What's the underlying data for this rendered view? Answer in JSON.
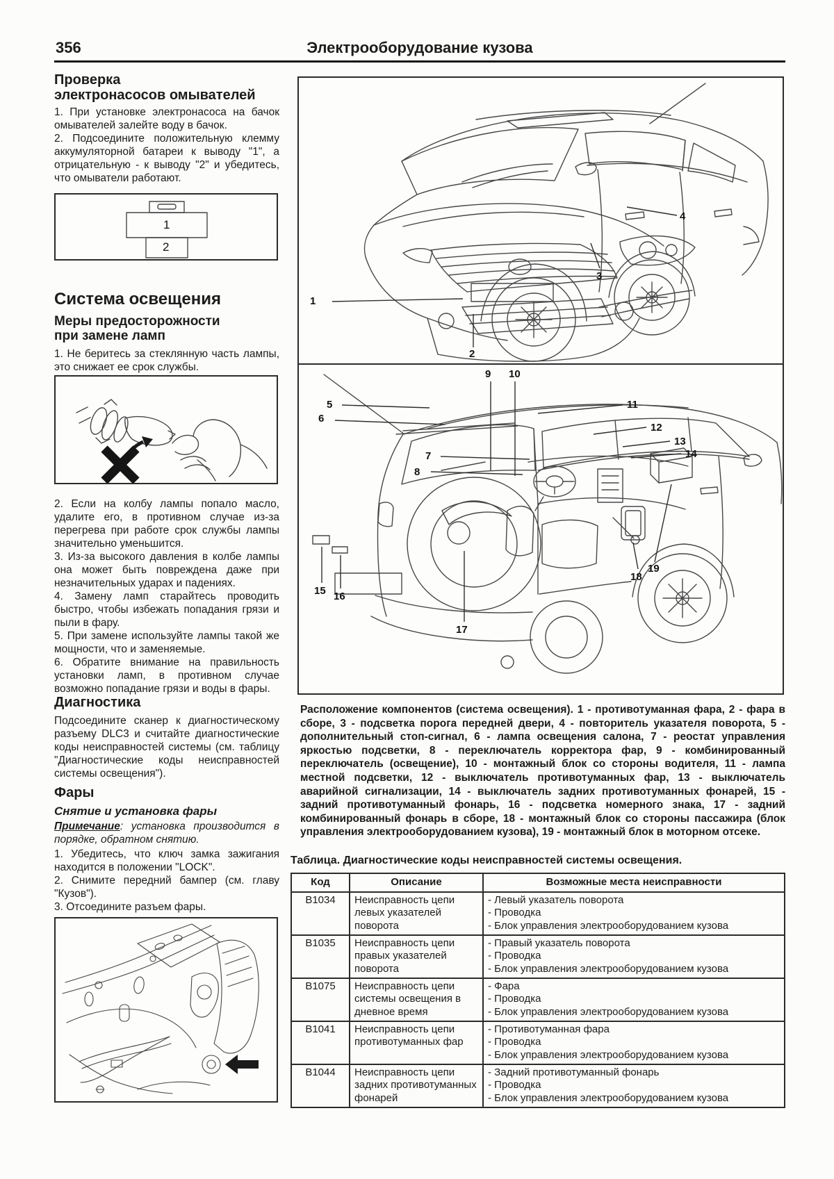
{
  "header": {
    "page_number": "356",
    "title": "Электрооборудование кузова"
  },
  "washer_section": {
    "title": "Проверка\nэлектронасосов омывателей",
    "step1": "1. При установке электронасоса на бачок омывателей залейте воду в бачок.",
    "step2": "2. Подсоедините положительную клемму аккумуляторной батареи к выводу \"1\", а отрицательную - к выводу \"2\" и убедитесь, что омыватели работают.",
    "connector": {
      "pin1": "1",
      "pin2": "2"
    }
  },
  "lighting_section": {
    "title": "Система освещения",
    "precautions_title": "Меры предосторожности\nпри замене ламп",
    "step1": "1. Не беритесь за стеклянную часть лампы, это снижает ее срок службы.",
    "step2": "2. Если на колбу лампы попало масло, удалите его, в противном случае из-за перегрева при работе срок службы лампы значительно уменьшится.",
    "step3": "3. Из-за высокого давления в колбе лампы она может быть повреждена даже при незначительных ударах и падениях.",
    "step4": "4. Замену ламп старайтесь проводить быстро, чтобы избежать попадания грязи и пыли в фару.",
    "step5": "5. При замене используйте лампы такой же мощности, что и заменяемые.",
    "step6": "6. Обратите внимание на правильность установки ламп, в противном случае возможно попадание грязи и воды в фары."
  },
  "diagnostics_section": {
    "title": "Диагностика",
    "body": "Подсоедините сканер к диагностическому разъему DLC3 и считайте диагностические коды неисправностей системы (см. таблицу \"Диагностические коды неисправностей системы освещения\")."
  },
  "headlights_section": {
    "title": "Фары",
    "subtitle": "Снятие и установка фары",
    "note_label": "Примечание",
    "note_text": ": установка производится в порядке, обратном снятию.",
    "step1": "1. Убедитесь, что ключ замка зажигания находится в положении \"LOCK\".",
    "step2": "2. Снимите передний бампер (см. главу \"Кузов\").",
    "step3": "3. Отсоедините разъем фары."
  },
  "component_figure": {
    "caption": "Расположение компонентов (система освещения). 1 - противотуманная фара, 2 - фара в сборе, 3 - подсветка порога передней двери, 4 - повторитель указателя поворота, 5 - дополнительный стоп-сигнал, 6 - лампа освещения салона, 7 - реостат управления яркостью подсветки, 8 - переключатель корректора фар, 9 - комбинированный переключатель (освещение), 10 - монтажный блок со стороны водителя, 11 - лампа местной подсветки, 12 - выключатель противотуманных фар, 13 - выключатель аварийной сигнализации, 14 - выключатель задних противотуманных фонарей, 15 - задний противотуманный фонарь, 16 - подсветка номерного знака, 17 - задний комбинированный фонарь в сборе, 18 - монтажный блок со стороны пассажира (блок управления электрооборудованием кузова), 19 - монтажный блок в моторном отсеке.",
    "car1_callouts": [
      "1",
      "2",
      "3",
      "4"
    ],
    "car2_callouts": [
      "5",
      "6",
      "7",
      "8",
      "9",
      "10",
      "11",
      "12",
      "13",
      "14",
      "15",
      "16",
      "17",
      "18",
      "19"
    ]
  },
  "codes_table": {
    "title": "Таблица. Диагностические коды неисправностей системы освещения.",
    "col_code": "Код",
    "col_desc": "Описание",
    "col_loc": "Возможные места неисправности",
    "rows": [
      {
        "code": "B1034",
        "desc": "Неисправность цепи левых указателей поворота",
        "loc": [
          "- Левый указатель поворота",
          "- Проводка",
          "- Блок управления электрооборудованием кузова"
        ]
      },
      {
        "code": "B1035",
        "desc": "Неисправность цепи правых указателей поворота",
        "loc": [
          "- Правый указатель поворота",
          "- Проводка",
          "- Блок управления электрооборудованием кузова"
        ]
      },
      {
        "code": "B1075",
        "desc": "Неисправность цепи системы освещения в дневное время",
        "loc": [
          "- Фара",
          "- Проводка",
          "- Блок управления электрооборудованием кузова"
        ]
      },
      {
        "code": "B1041",
        "desc": "Неисправность цепи противотуманных фар",
        "loc": [
          "- Противотуманная фара",
          "- Проводка",
          "- Блок управления электрооборудованием кузова"
        ]
      },
      {
        "code": "B1044",
        "desc": "Неисправность цепи задних противотуманных фонарей",
        "loc": [
          "- Задний противотуманный фонарь",
          "- Проводка",
          "- Блок управления электрооборудованием кузова"
        ]
      }
    ]
  }
}
